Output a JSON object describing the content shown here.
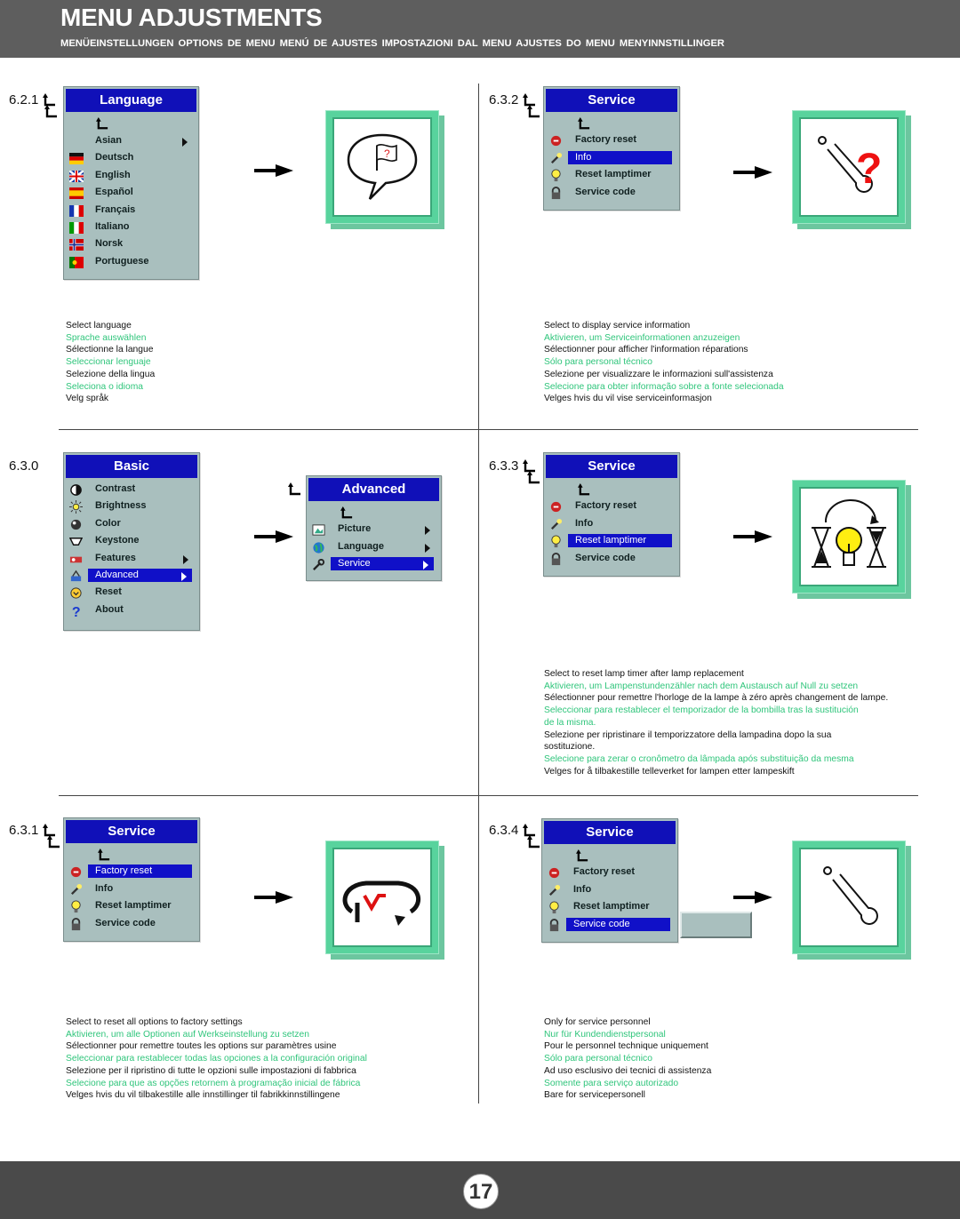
{
  "header": {
    "title": "MENU ADJUSTMENTS",
    "subtitle": "MENÜEINSTELLUNGEN  OPTIONS DE MENU  MENÚ DE AJUSTES  IMPOSTAZIONI DAL MENU  AJUSTES DO MENU  MENYINNSTILLINGER"
  },
  "footer": {
    "page_number": "17"
  },
  "colors": {
    "header_bg": "#5e5e5e",
    "caption_green": "#2fc57b",
    "menu_bg": "#a9bfbe",
    "menu_title": "#1010b8",
    "icon_frame": "#58d39d"
  },
  "s621": {
    "label": "6.2.1",
    "menu_title": "Language",
    "items": [
      "Asian",
      "Deutsch",
      "English",
      "Español",
      "Français",
      "Italiano",
      "Norsk",
      "Portuguese"
    ],
    "icon": "speech-bubble-flag-icon",
    "caption": [
      "Select language",
      "Sprache auswählen",
      "Sélectionne la langue",
      "Seleccionar lenguaje",
      "Selezione della lingua",
      "Seleciona o idioma",
      "Velg språk"
    ]
  },
  "s632": {
    "label": "6.3.2",
    "menu_title": "Service",
    "items": [
      "Factory reset",
      "Info",
      "Reset lamptimer",
      "Service code"
    ],
    "selected": "Info",
    "icon": "wrench-question-icon",
    "caption": [
      "Select to display service information",
      "Aktivieren, um Serviceinformationen anzuzeigen",
      "Sélectionner pour afficher l'information réparations",
      "Sólo para personal técnico",
      "Selezione per visualizzare le informazioni sull'assistenza",
      "Selecione para obter informação sobre a fonte selecionada",
      "Velges hvis du vil vise serviceinformasjon"
    ]
  },
  "s630": {
    "label": "6.3.0",
    "menu_title": "Basic",
    "items": [
      "Contrast",
      "Brightness",
      "Color",
      "Keystone",
      "Features",
      "Advanced",
      "Reset",
      "About"
    ],
    "selected": "Advanced",
    "sub_title": "Advanced",
    "sub_items": [
      "Picture",
      "Language",
      "Service"
    ],
    "sub_selected": "Service"
  },
  "s633": {
    "label": "6.3.3",
    "menu_title": "Service",
    "items": [
      "Factory reset",
      "Info",
      "Reset lamptimer",
      "Service code"
    ],
    "selected": "Reset lamptimer",
    "icon": "lamp-hourglass-reset-icon",
    "caption": [
      "Select to reset lamp timer after lamp replacement",
      "Aktivieren, um Lampenstundenzähler nach dem Austausch auf Null zu setzen",
      "Sélectionner pour remettre l'horloge de la lampe à zéro après changement de lampe.",
      "Seleccionar para restablecer el temporizador de la bombilla tras la sustitución",
      "de la misma.",
      "Selezione per ripristinare il temporizzatore della lampadina dopo la sua",
      "sostituzione.",
      "Selecione para zerar o cronômetro da lâmpada após substituição da mesma",
      "Velges for å tilbakestille telleverket for lampen etter lampeskift"
    ]
  },
  "s631": {
    "label": "6.3.1",
    "menu_title": "Service",
    "items": [
      "Factory reset",
      "Info",
      "Reset lamptimer",
      "Service code"
    ],
    "selected": "Factory reset",
    "icon": "factory-reset-loop-icon",
    "caption": [
      "Select to reset all options to factory settings",
      "Aktivieren, um alle Optionen auf Werkseinstellung zu setzen",
      "Sélectionner pour remettre toutes les options sur paramètres usine",
      "Seleccionar para restablecer todas las opciones a la configuración original",
      "Selezione per il ripristino di tutte le opzioni sulle impostazioni di fabbrica",
      "Selecione para que as opções retornem à programação inicial de fábrica",
      "Velges hvis du vil tilbakestille alle innstillinger til fabrikkinnstillingene"
    ]
  },
  "s634": {
    "label": "6.3.4",
    "menu_title": "Service",
    "items": [
      "Factory reset",
      "Info",
      "Reset lamptimer",
      "Service code"
    ],
    "selected": "Service code",
    "icon": "wrench-icon",
    "caption": [
      "Only for service personnel",
      "Nur für Kundendienstpersonal",
      "Pour le personnel technique uniquement",
      "Sólo para personal técnico",
      "Ad uso esclusivo dei tecnici di assistenza",
      "Somente para serviço autorizado",
      "Bare for servicepersonell"
    ]
  }
}
